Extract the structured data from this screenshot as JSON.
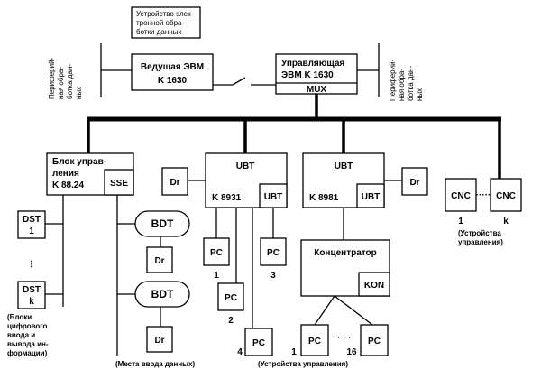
{
  "top_note": [
    "Устройство элек-",
    "тронной обра-",
    "ботки данных"
  ],
  "host": [
    "Ведущая ЭВМ",
    "K 1630"
  ],
  "controller": [
    "Управляющая",
    "ЭВМ    K 1630"
  ],
  "mux": "MUX",
  "periph_left": [
    "Периферий-",
    "ная обра-",
    "ботка дан-",
    "ных"
  ],
  "periph_right": [
    "Периферий-",
    "ная обра-",
    "ботка дан-",
    "ных"
  ],
  "block": [
    "Блок управ-",
    "ления",
    "K 88.24"
  ],
  "sse": "SSE",
  "dst": {
    "a": [
      "DST",
      "1"
    ],
    "dots": "⋮",
    "b": [
      "DST",
      "k"
    ]
  },
  "dst_caption": [
    "(Блоки",
    "цифрового",
    "ввода и",
    "вывода ин-",
    "формации)"
  ],
  "bdt": "BDT",
  "dr": "Dr",
  "ubt": "UBT",
  "k8931": "K 8931",
  "k8981": "K 8981",
  "pc": "PC",
  "pc_nums": [
    "1",
    "2",
    "3",
    "4"
  ],
  "hub": "Концентратор",
  "kon": "KON",
  "hub_pc_nums": [
    "1",
    "16"
  ],
  "hub_dots": "· · ·",
  "cnc": "CNC",
  "cnc_dots": "·····",
  "cnc_nums": [
    "1",
    "k"
  ],
  "cnc_caption": [
    "(Устройства",
    "управления)"
  ],
  "bottom_mid": "(Места ввода данных)",
  "bottom_right": "(Устройства управления)"
}
